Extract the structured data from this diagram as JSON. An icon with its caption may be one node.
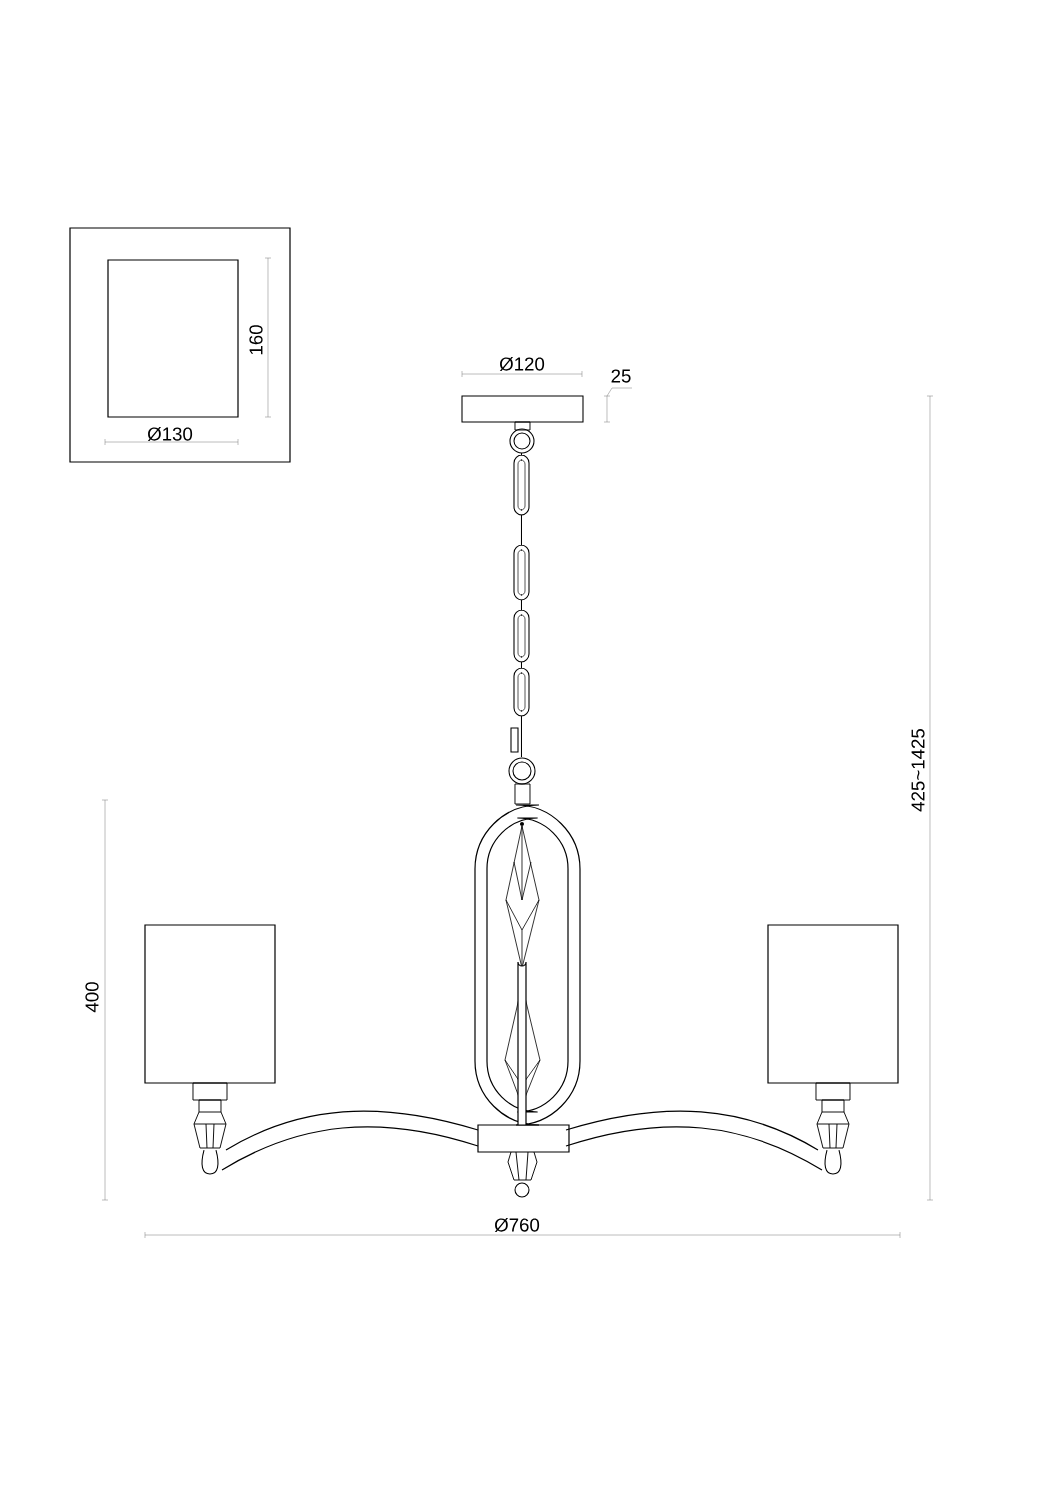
{
  "diagram": {
    "labels": [
      "160",
      "Ø130",
      "Ø120",
      "25",
      "425~1425",
      "400",
      "Ø760"
    ]
  }
}
